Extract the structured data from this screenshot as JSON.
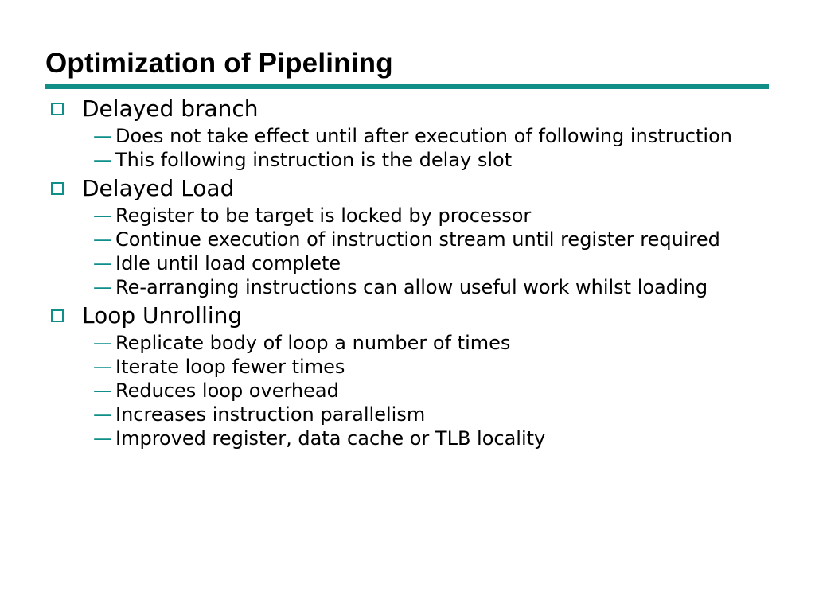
{
  "theme": {
    "accent_color": "#0f8f88",
    "bullet_color": "#0f8f88",
    "dash_color": "#0f8f88"
  },
  "slide": {
    "title": "Optimization of Pipelining",
    "sections": [
      {
        "heading": "Delayed branch",
        "icon": "checkbox-icon",
        "items": [
          "Does not take effect until after execution of following instruction",
          "This following instruction is the delay slot"
        ]
      },
      {
        "heading": "Delayed Load",
        "icon": "checkbox-icon",
        "items": [
          "Register to be target is locked by processor",
          "Continue execution of instruction stream until register required",
          "Idle until load complete",
          "Re-arranging instructions can allow useful work whilst loading"
        ]
      },
      {
        "heading": "Loop Unrolling",
        "icon": "checkbox-icon",
        "items": [
          "Replicate body of loop a number of times",
          "Iterate loop fewer times",
          "Reduces loop overhead",
          "Increases instruction parallelism",
          "Improved register, data cache or TLB locality"
        ]
      }
    ]
  }
}
